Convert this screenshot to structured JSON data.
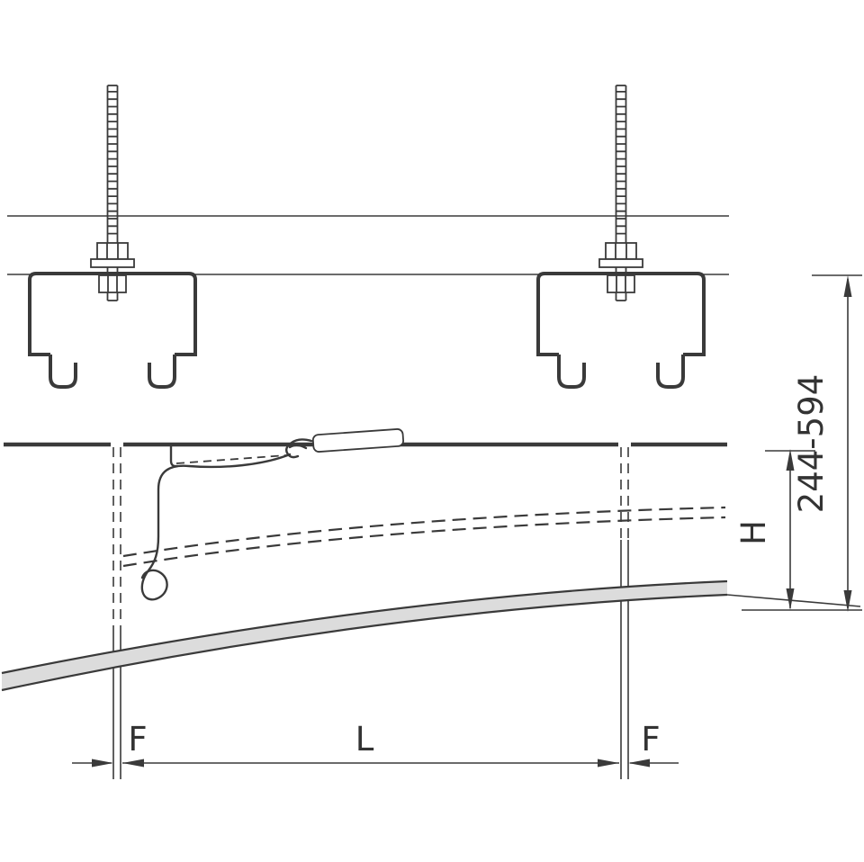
{
  "diagram": {
    "dimensions": {
      "height_range": "244-594",
      "height_label": "H",
      "panel_joint_left": "F",
      "panel_length": "L",
      "panel_joint_right": "F"
    },
    "colors": {
      "line": "#3a3a3a",
      "text": "#333333",
      "panel_fill": "#dcdcdc",
      "background": "#ffffff"
    }
  }
}
